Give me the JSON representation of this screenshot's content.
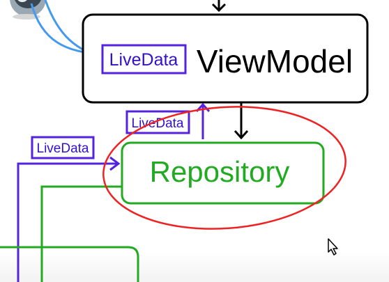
{
  "diagram": {
    "viewmodel_label": "ViewModel",
    "repository_label": "Repository",
    "livedata_labels": [
      "LiveData",
      "LiveData",
      "LiveData"
    ]
  },
  "colors": {
    "viewmodel_border": "#000000",
    "livedata_box": "#5522dd",
    "livedata_text": "#3311cc",
    "repository": "#22aa22",
    "highlight_ellipse": "#ee2222",
    "activity_arrows": "#4499ee",
    "background": "#ffffff"
  },
  "icons": {
    "top_left_component": "activity-icon",
    "cursor": "mouse-pointer-icon"
  }
}
